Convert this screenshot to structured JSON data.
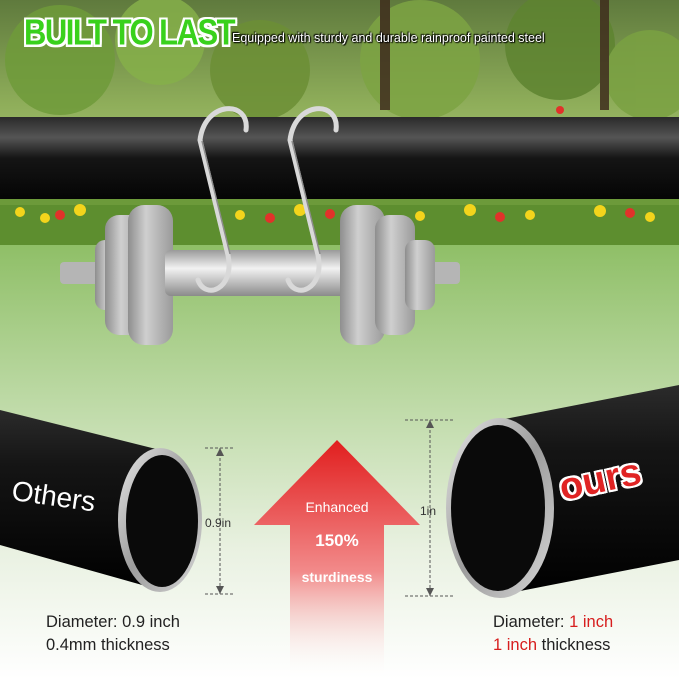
{
  "headline": "BUILT TO LAST",
  "subline": "Equipped with sturdy and durable rainproof painted steel",
  "comparison": {
    "left": {
      "label": "Others",
      "dimension": "0.9in",
      "diameter_label": "Diameter:",
      "diameter_value": "0.9 inch",
      "thickness_value": "0.4mm",
      "thickness_label": "thickness"
    },
    "right": {
      "label": "ours",
      "dimension": "1in",
      "diameter_label": "Diameter:",
      "diameter_value": "1 inch",
      "thickness_value": "1 inch",
      "thickness_label": "thickness"
    },
    "arrow": {
      "line1": "Enhanced",
      "line2": "150%",
      "line3": "sturdiness"
    }
  },
  "colors": {
    "headline": "#39d11c",
    "accent_red": "#d71e1e",
    "pipe": "#111111"
  },
  "icons": [
    "s-hook-icon",
    "dumbbell-icon",
    "up-arrow-icon"
  ]
}
